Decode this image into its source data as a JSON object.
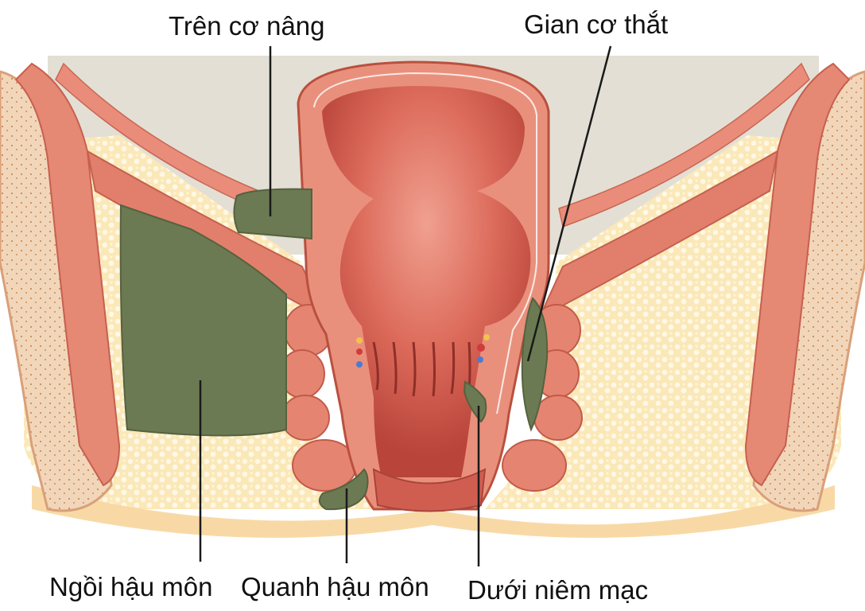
{
  "labels": {
    "supralevator": "Trên cơ nâng",
    "intersphincteric": "Gian cơ thắt",
    "ischioanal": "Ngồi hậu môn",
    "perianal": "Quanh hậu môn",
    "submucosal": "Dưới niêm mạc"
  },
  "colors": {
    "abscess": "#6b7a52",
    "muscle": "#e07a66",
    "muscle_dark": "#c85a48",
    "fat": "#fbe7b5",
    "bone": "#f3d8bd",
    "mucosa": "#d9574c",
    "peritoneum": "#ddd7cb"
  }
}
